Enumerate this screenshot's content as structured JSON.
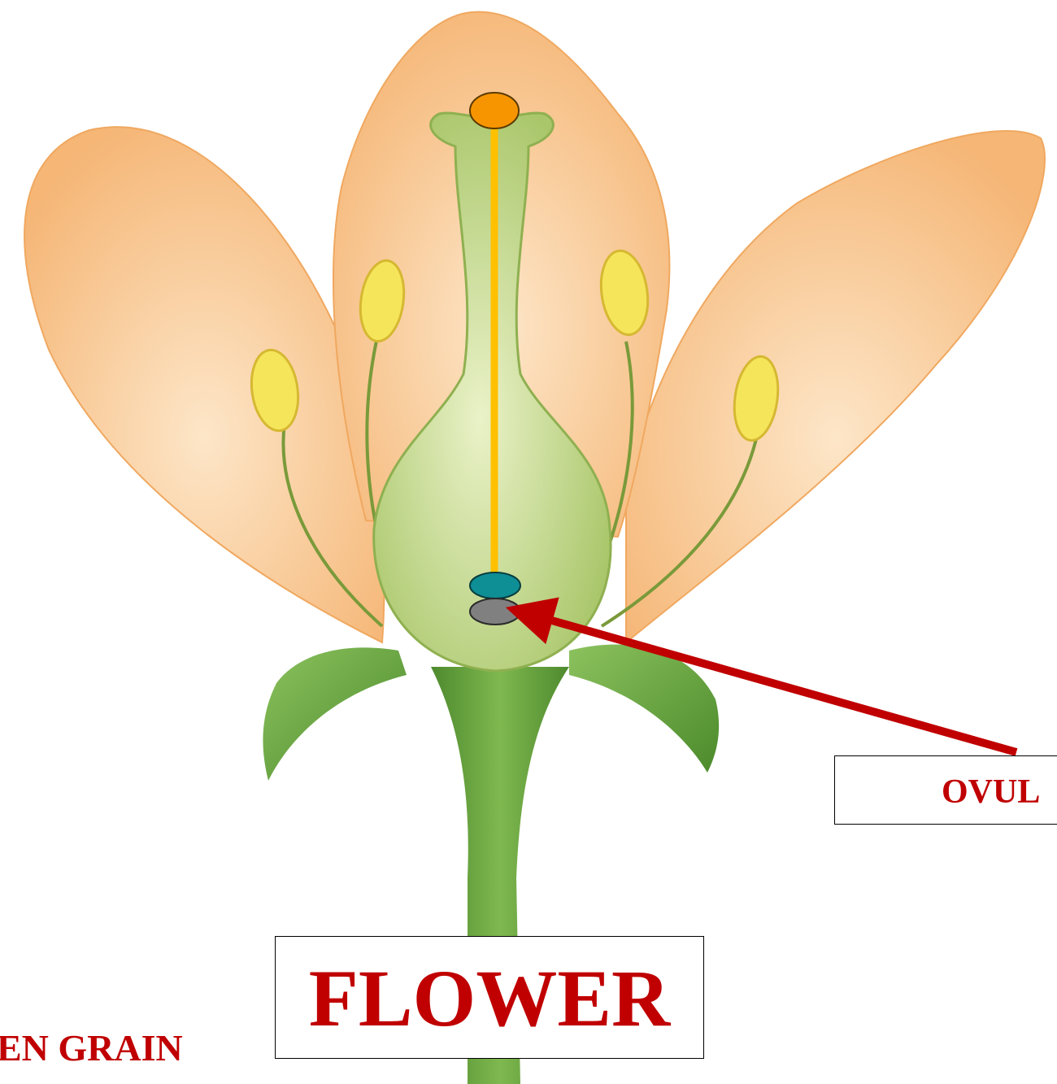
{
  "labels": {
    "ovule": "OVUL",
    "flower": "FLOWER",
    "pollen": "EN GRAIN"
  },
  "colors": {
    "label_text": "#c00000",
    "arrow": "#c00000",
    "pollen_tube": "#ffc000",
    "pollen_grain": "#f79500",
    "sperm_nucleus": "#0e8f95",
    "ovule": "#808080",
    "petal": "#f6c08a",
    "pistil": "#c9dc92",
    "sepal": "#5e9e3a",
    "anther": "#f5e55a"
  }
}
